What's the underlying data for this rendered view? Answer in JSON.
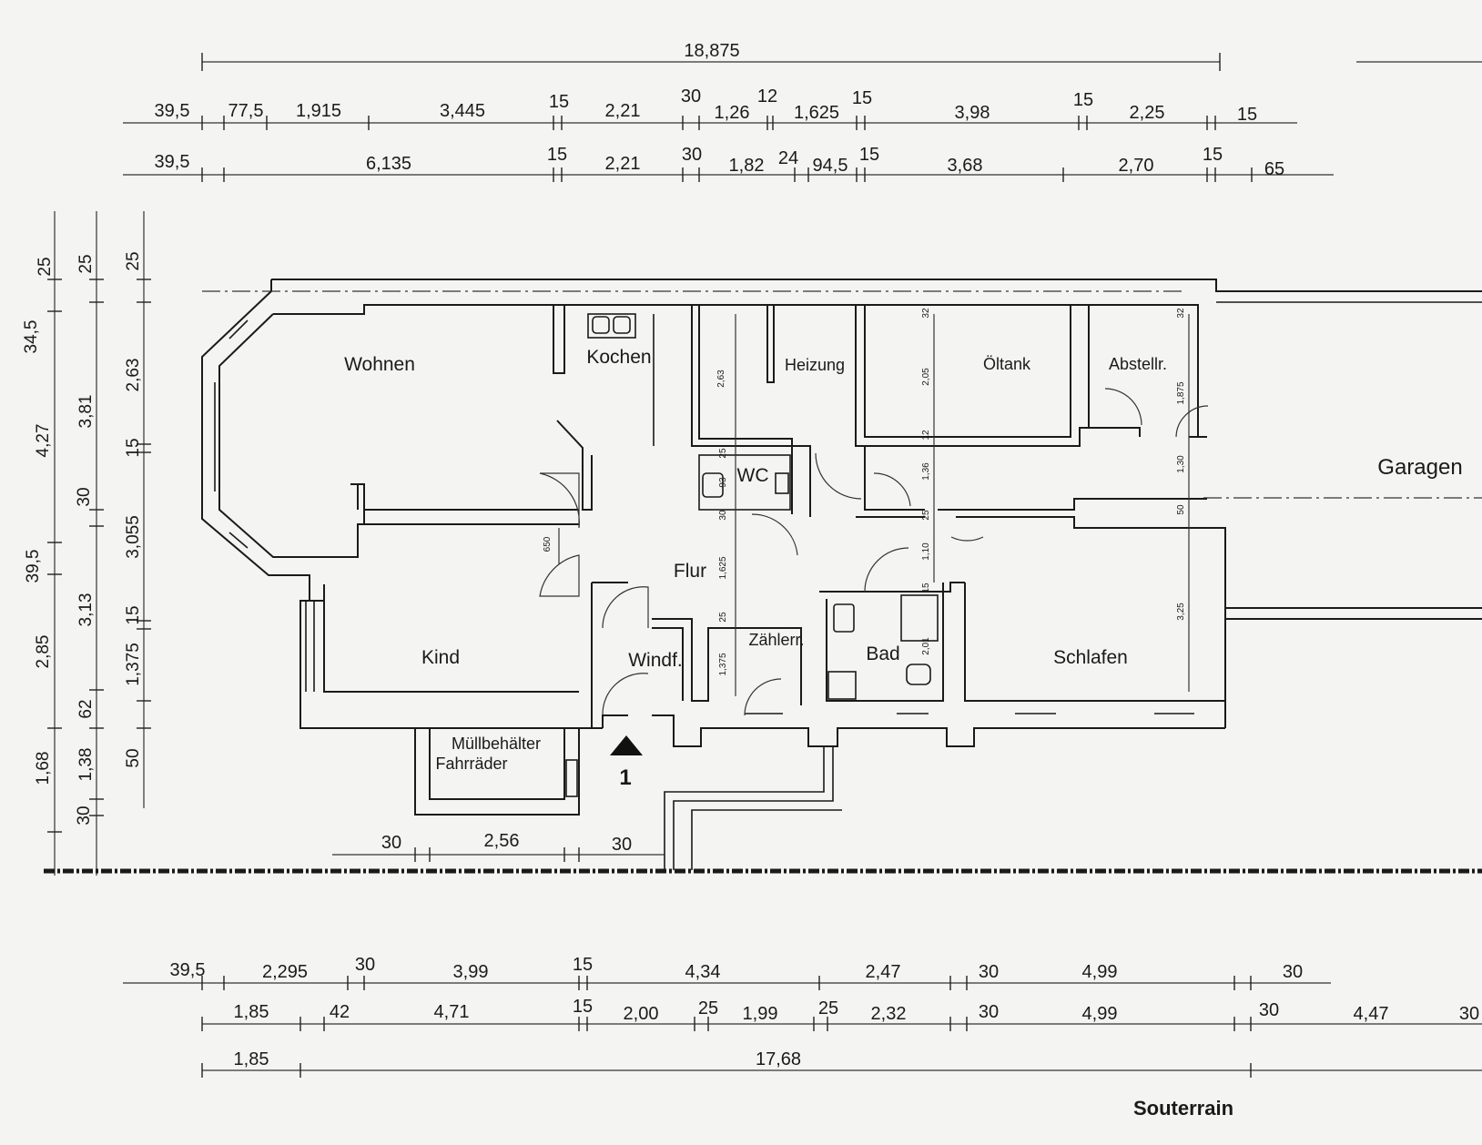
{
  "title": "Souterrain",
  "rooms": {
    "wohnen": "Wohnen",
    "kochen": "Kochen",
    "heizung": "Heizung",
    "oeltank": "Öltank",
    "abstellr": "Abstellr.",
    "garagen": "Garagen",
    "wc": "WC",
    "flur": "Flur",
    "kind": "Kind",
    "windf": "Windf.",
    "zaehlerr": "Zählerr.",
    "bad": "Bad",
    "schlafen": "Schlafen",
    "muell1": "Müllbehälter",
    "muell2": "Fahrräder"
  },
  "entrance_number": "1",
  "dims": {
    "top_total": "18,875",
    "top_row1": [
      "39,5",
      "77,5",
      "1,915",
      "3,445",
      "15",
      "2,21",
      "30",
      "1,26",
      "12",
      "1,625",
      "15",
      "3,98",
      "15",
      "2,25",
      "15"
    ],
    "top_row2": [
      "39,5",
      "6,135",
      "15",
      "2,21",
      "30",
      "1,82",
      "24",
      "94,5",
      "15",
      "3,68",
      "2,70",
      "15",
      "65"
    ],
    "left_col1": [
      "34,5",
      "4,27",
      "39,5",
      "2,85",
      "1,68",
      "30"
    ],
    "left_col2": [
      "25",
      "3,81",
      "30",
      "3,13",
      "62",
      "1,38"
    ],
    "left_col3": [
      "25",
      "2,63",
      "15",
      "3,055",
      "15",
      "1,375",
      "50"
    ],
    "inner": [
      "2,63",
      "2,05",
      "1,875",
      "1,36",
      "1,30",
      "1,10",
      "1,625",
      "1,375",
      "3,25",
      "2,01",
      "650",
      "32",
      "32",
      "12",
      "25",
      "25",
      "25",
      "30",
      "93",
      "50",
      "15"
    ],
    "mid": [
      "30",
      "2,56",
      "30"
    ],
    "bottom_row1": [
      "39,5",
      "2,295",
      "30",
      "3,99",
      "15",
      "4,34",
      "2,47",
      "30",
      "4,99",
      "30"
    ],
    "bottom_row2": [
      "1,85",
      "42",
      "4,71",
      "15",
      "2,00",
      "25",
      "1,99",
      "25",
      "2,32",
      "30",
      "4,99",
      "30",
      "4,47",
      "30"
    ],
    "bottom_row3": [
      "1,85",
      "17,68"
    ]
  }
}
